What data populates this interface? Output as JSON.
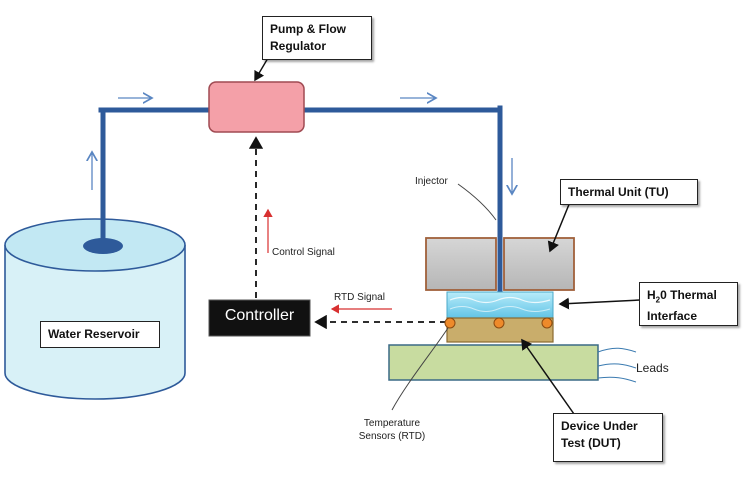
{
  "labels": {
    "pump": "Pump & Flow Regulator",
    "reservoir": "Water Reservoir",
    "controller": "Controller",
    "control_signal": "Control Signal",
    "rtd_signal": "RTD Signal",
    "injector": "Injector",
    "thermal_unit": "Thermal Unit (TU)",
    "h2o_line1": "H",
    "h2o_sub": "2",
    "h2o_line1_rest": "0 Thermal",
    "h2o_line2": "Interface",
    "leads": "Leads",
    "temp_sensors": "Temperature Sensors (RTD)",
    "dut": "Device Under Test (DUT)"
  },
  "colors": {
    "pipe": "#2e5a9a",
    "pump_fill": "#f4a0a8",
    "reservoir_fill": "#d8f1f7",
    "reservoir_top": "#c2e8f3",
    "thermal_unit_fill": "#c8c8c8",
    "thermal_unit_border": "#a0603a",
    "water_layer": "#8ed6ee",
    "dut_fill": "#c9ad6b",
    "board_fill": "#c8dca0",
    "sensor_dot": "#ee8a2a",
    "controller_fill": "#111111",
    "signal_arrow": "#d83030",
    "flow_arrow": "#5a86c2"
  }
}
